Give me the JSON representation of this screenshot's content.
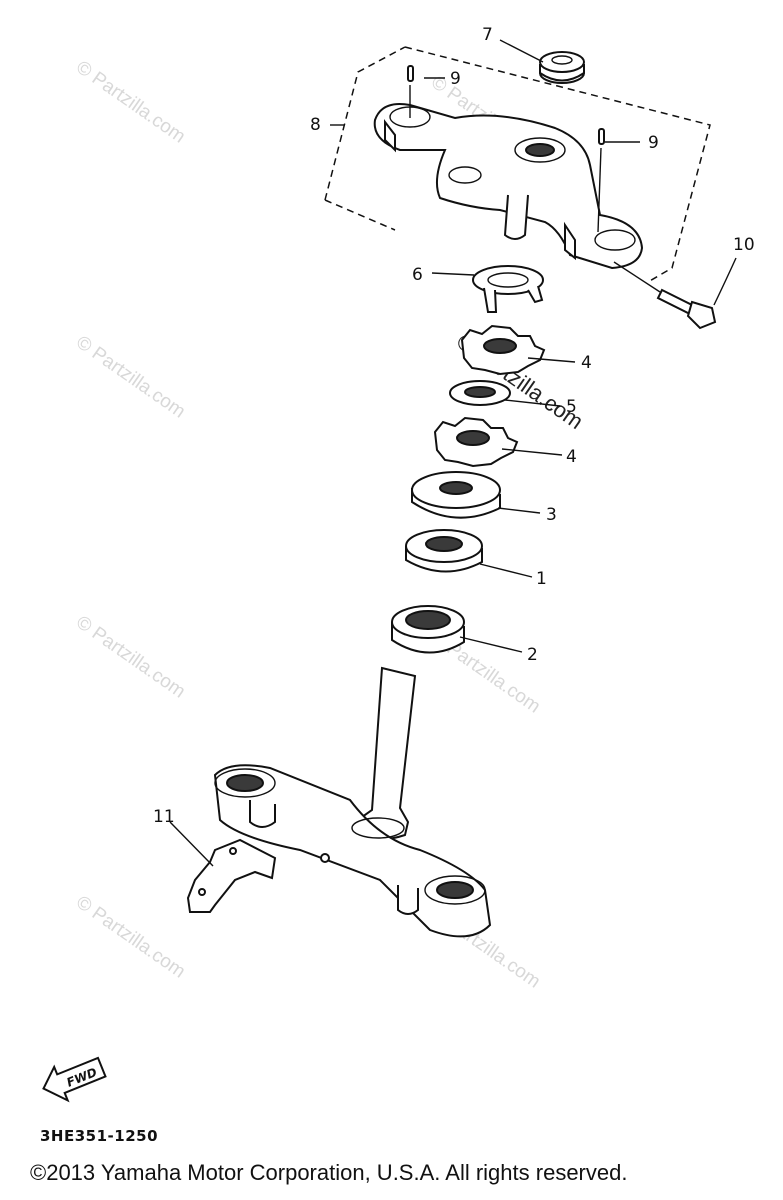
{
  "callouts": {
    "c1": "1",
    "c2": "2",
    "c3": "3",
    "c4a": "4",
    "c4b": "4",
    "c5": "5",
    "c6": "6",
    "c7": "7",
    "c8": "8",
    "c9a": "9",
    "c9b": "9",
    "c10": "10",
    "c11": "11"
  },
  "fwd_label": "FWD",
  "diagram_code": "3HE351-1250",
  "watermark": "© Partzilla.com",
  "copyright": "©2013  Yamaha Motor Corporation, U.S.A. All rights reserved."
}
